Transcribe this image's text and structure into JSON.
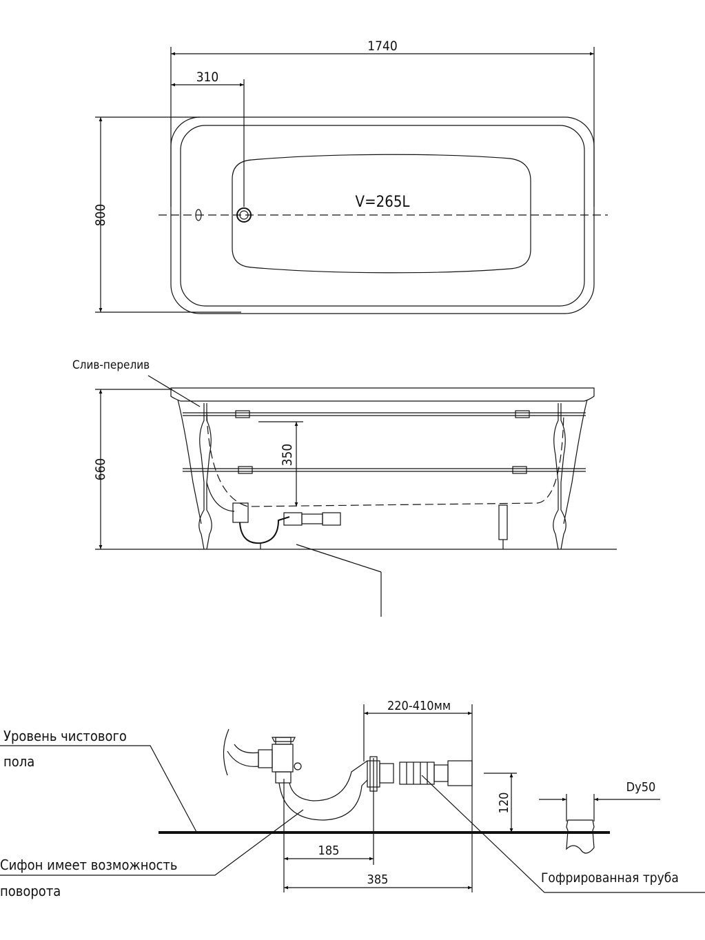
{
  "top_view": {
    "length": "1740",
    "drain_offset": "310",
    "width": "800",
    "volume": "V=265L"
  },
  "side_view": {
    "overflow_label": "Слив-перелив",
    "height": "660",
    "depth": "350"
  },
  "siphon_detail": {
    "range": "220-410мм",
    "floor_label_line1": "Уровень чистового",
    "floor_label_line2": "пола",
    "outlet_height": "120",
    "pipe_diameter": "Dy50",
    "dim_185": "185",
    "dim_385": "385",
    "siphon_label_line1": "Сифон имеет возможность",
    "siphon_label_line2": "поворота",
    "corrugated_label": "Гофрированная труба"
  }
}
